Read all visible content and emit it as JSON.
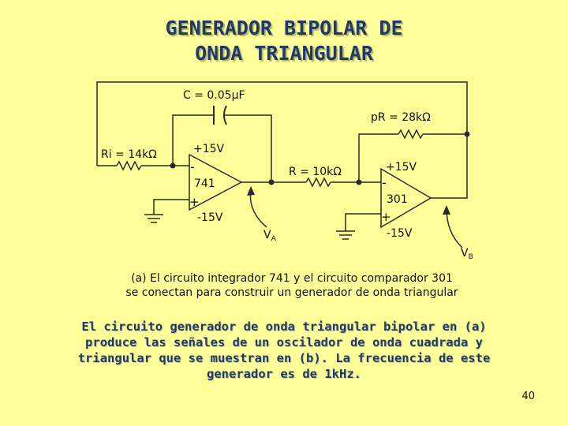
{
  "title": {
    "line1": "GENERADOR BIPOLAR DE",
    "line2": "ONDA TRIANGULAR"
  },
  "circuit": {
    "capacitor_label": "C = 0.05μF",
    "feedback_resistor_label": "pR = 28kΩ",
    "input_resistor_label": "Ri = 14kΩ",
    "resistor_r_label": "R = 10kΩ",
    "opamp1": {
      "plus_supply": "+15V",
      "minus_supply": "-15V",
      "model": "741",
      "inv_sign": "-",
      "noninv_sign": "+"
    },
    "opamp2": {
      "plus_supply": "+15V",
      "minus_supply": "-15V",
      "model": "301",
      "inv_sign": "-",
      "noninv_sign": "+"
    },
    "va_label": "V",
    "va_sub": "A",
    "vb_label": "V",
    "vb_sub": "B"
  },
  "caption": {
    "line1": "(a) El circuito integrador 741 y el circuito comparador 301",
    "line2": "se conectan para construir un generador de onda triangular"
  },
  "body": {
    "line1": "El circuito generador de onda triangular bipolar en (a)",
    "line2": "produce las señales de un oscilador de onda cuadrada y",
    "line3": "triangular que se muestran en (b). La frecuencia de este",
    "line4": "generador es de 1kHz."
  },
  "page_number": "40",
  "colors": {
    "background": "#FFFF99",
    "title": "#1F3A66",
    "wire": "#2A2A2A"
  }
}
